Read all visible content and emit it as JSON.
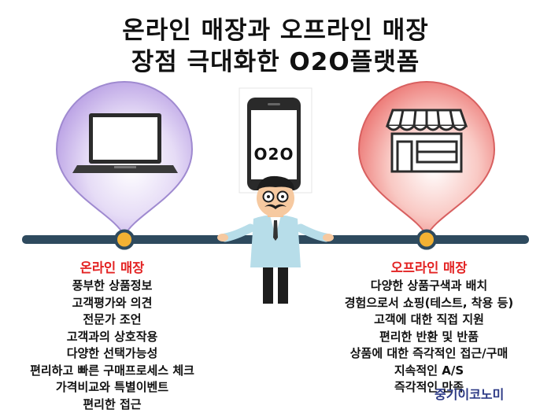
{
  "title": {
    "line1": "온라인 매장과 오프라인 매장",
    "line2": "장점 극대화한 O2O플랫폼"
  },
  "phone": {
    "label": "O2O"
  },
  "online": {
    "heading": "온라인 매장",
    "items": [
      "풍부한 상품정보",
      "고객평가와 의견",
      "전문가 조언",
      "고객과의 상호작용",
      "다양한 선택가능성",
      "편리하고 빠른 구매프로세스 체크",
      "가격비교와 특별이벤트",
      "편리한 접근"
    ]
  },
  "offline": {
    "heading": "오프라인 매장",
    "items": [
      "다양한 상품구색과 배치",
      "경험으로서 쇼핑(테스트, 착용 등)",
      "고객에 대한 직접 지원",
      "편리한 반환 및 반품",
      "상품에 대한 즉각적인 접근/구매",
      "지속적인 A/S",
      "즉각적인 만족"
    ]
  },
  "brand": "중기이코노미",
  "colors": {
    "online_pin": "#c9b6ea",
    "offline_pin": "#ef7f7f",
    "timeline": "#2e4a5e",
    "dot": "#f2b133",
    "heading": "#e32222"
  }
}
